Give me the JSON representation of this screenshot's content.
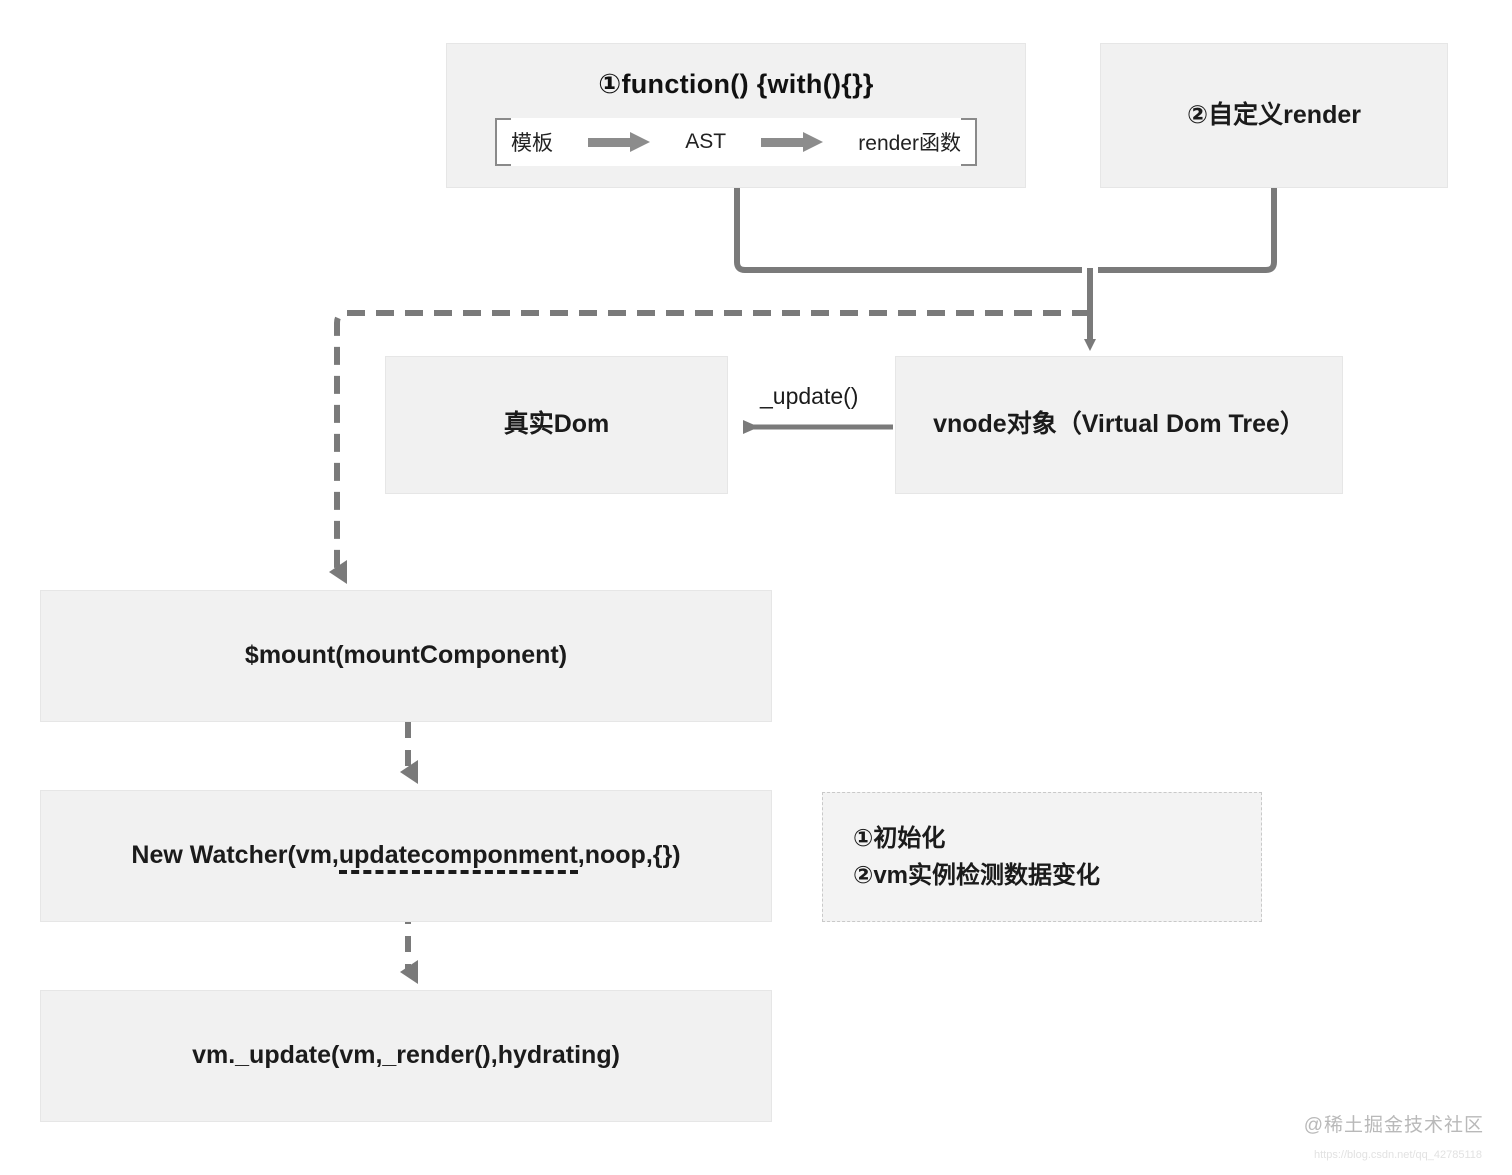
{
  "diagram": {
    "title": "Vue render / virtual dom flow",
    "colors": {
      "node_fill": "#f1f1f1",
      "node_border": "#e6e6e6",
      "wire": "#7a7a7a",
      "text": "#1b1b1b",
      "inner_panel_fill": "#ffffff",
      "note_fill": "#f3f3f3",
      "note_border": "#c9c9c9",
      "watermark": "#b9b9b9"
    },
    "nodes": {
      "compile": {
        "title": "①function()  {with(){}}",
        "pipeline": {
          "step1": "模板",
          "step2": "AST",
          "step3": "render函数",
          "arrow1": "right-arrow-icon",
          "arrow2": "right-arrow-icon"
        }
      },
      "custom_render": {
        "label": "②自定义render"
      },
      "real_dom": {
        "label": "真实Dom"
      },
      "vnode": {
        "label": "vnode对象（Virtual Dom Tree）"
      },
      "mount": {
        "label": "$mount(mountComponent)"
      },
      "watcher": {
        "prefix": "New Watcher(vm,",
        "underlined": "updatecomponment",
        "suffix": ",noop,{})"
      },
      "vm_update": {
        "label": "vm._update(vm,_render(),hydrating)"
      }
    },
    "wire_labels": {
      "update": "_update()"
    },
    "note": {
      "line1": "①初始化",
      "line2": "②vm实例检测数据变化"
    },
    "watermark": {
      "text": "@稀土掘金技术社区",
      "url": "https://blog.csdn.net/qq_42785118"
    }
  }
}
